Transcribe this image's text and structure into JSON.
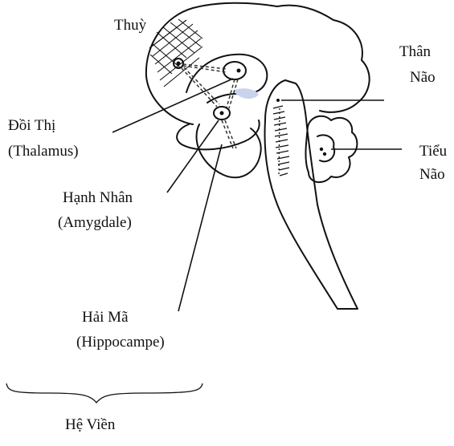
{
  "diagram": {
    "labels": {
      "lobe": "Thuỳ",
      "brainstem_line1": "Thân",
      "brainstem_line2": "Não",
      "thalamus_line1": "Đồi Thị",
      "thalamus_line2": "(Thalamus)",
      "cerebellum_line1": "Tiểu",
      "cerebellum_line2": "Não",
      "amygdala_line1": "Hạnh Nhân",
      "amygdala_line2": "(Amygdale)",
      "hippocampus_line1": "Hải Mã",
      "hippocampus_line2": "(Hippocampe)",
      "limbic_system": "Hệ Viền"
    },
    "colors": {
      "ink": "#111111",
      "background": "#ffffff",
      "highlight": "#c9d3ee"
    }
  }
}
